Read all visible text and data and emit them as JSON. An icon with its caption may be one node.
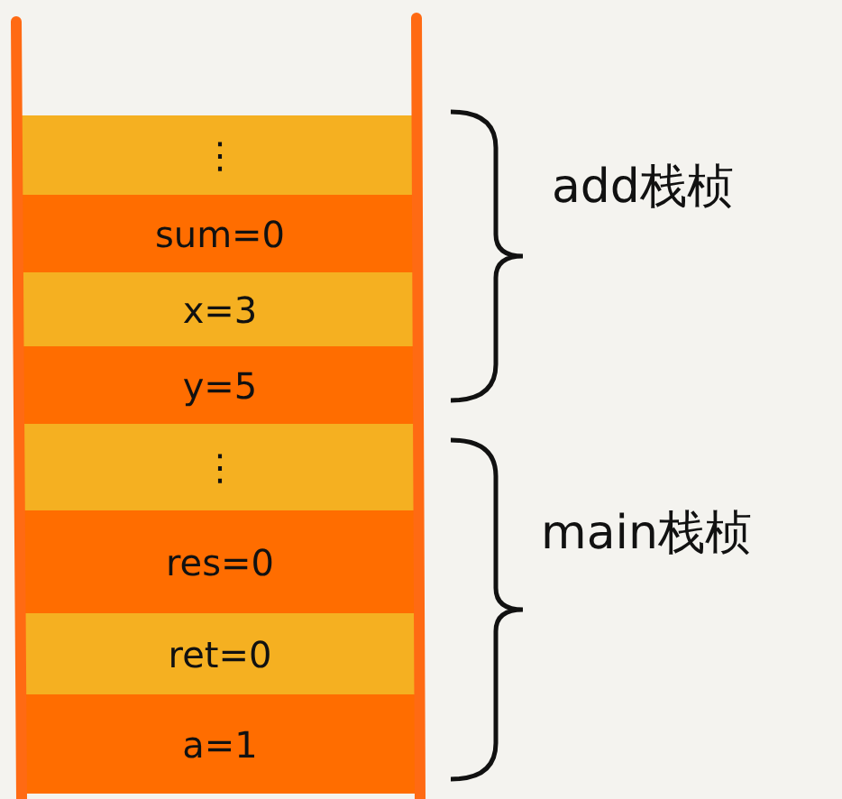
{
  "diagram": {
    "nodes": [
      {
        "text": [
          "⋮"
        ]
      },
      {
        "text": [
          "sum=0"
        ]
      },
      {
        "text": [
          "x=3"
        ]
      },
      {
        "text": [
          "y=5"
        ]
      },
      {
        "text": [
          "⋮"
        ]
      },
      {
        "text": [
          "res=0"
        ]
      },
      {
        "text": [
          "ret=0"
        ]
      },
      {
        "text": [
          "a=1"
        ]
      }
    ],
    "labels": [
      "add栈桢",
      "main栈桢"
    ]
  }
}
